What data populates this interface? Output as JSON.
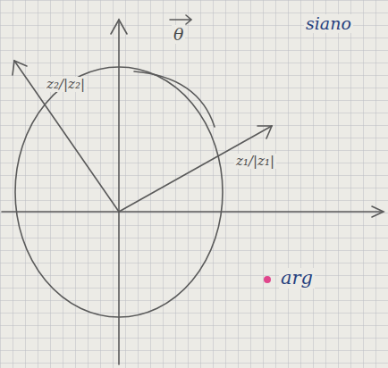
{
  "diagram": {
    "labels": [
      "siano",
      "z₂/|z₂|",
      "z₁/|z₁|",
      "θ",
      "arg"
    ]
  }
}
